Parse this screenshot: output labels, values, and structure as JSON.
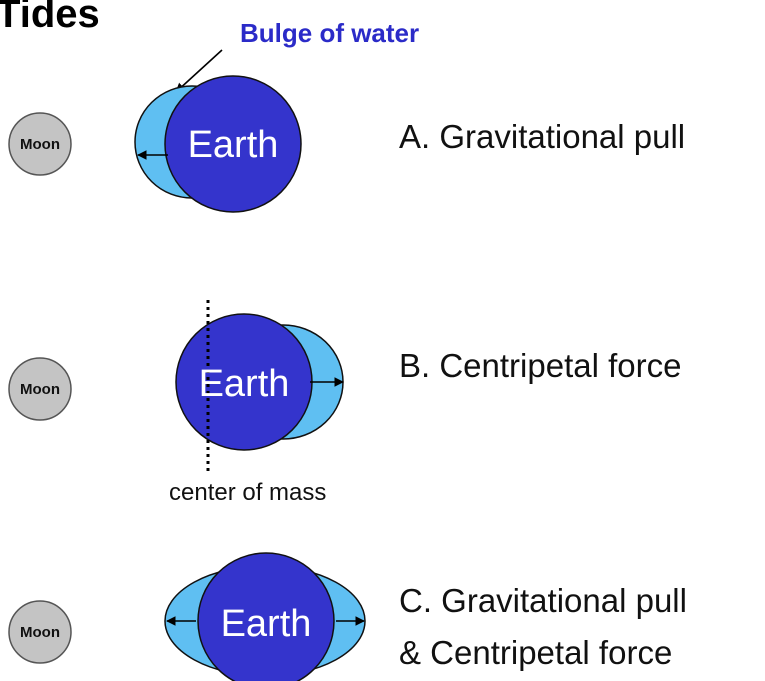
{
  "title": "Tides",
  "bulge_label": "Bulge of water",
  "moon_label": "Moon",
  "earth_label": "Earth",
  "center_of_mass_label": "center of mass",
  "panels": {
    "a": {
      "caption": "A. Gravitational pull"
    },
    "b": {
      "caption": "B. Centripetal force"
    },
    "c": {
      "caption_line1": "C. Gravitational pull",
      "caption_line2": "& Centripetal force"
    }
  },
  "colors": {
    "earth": "#3434cc",
    "water": "#5fbff2",
    "moon": "#c4c4c4",
    "callout_text": "#2b2bc8"
  }
}
